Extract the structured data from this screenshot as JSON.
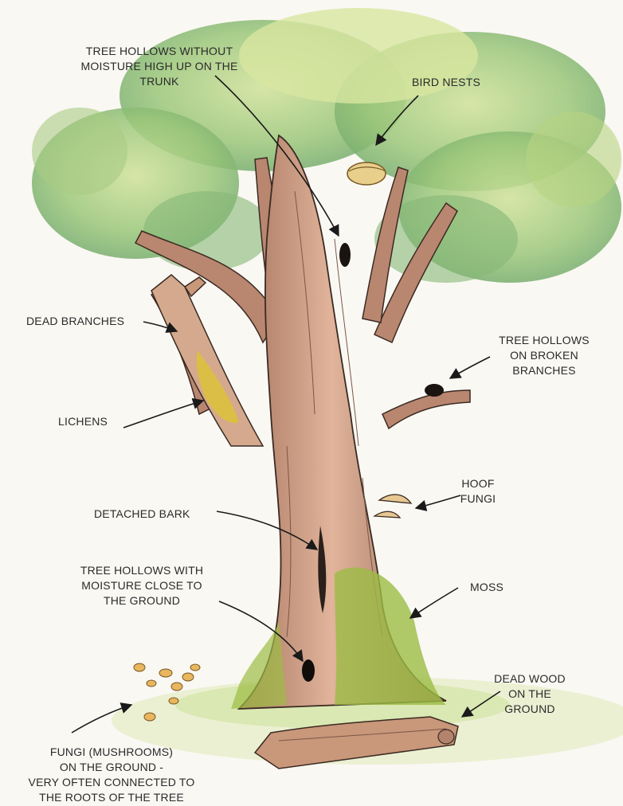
{
  "annotations": {
    "tree_hollows_high": "TREE HOLLOWS WITHOUT\nMOISTURE HIGH UP ON THE\nTRUNK",
    "bird_nests": "BIRD NESTS",
    "dead_branches": "DEAD BRANCHES",
    "tree_hollows_broken": "TREE HOLLOWS\nON BROKEN\nBRANCHES",
    "lichens": "LICHENS",
    "hoof_fungi": "HOOF\nFUNGI",
    "detached_bark": "DETACHED BARK",
    "tree_hollows_low": "TREE HOLLOWS WITH\nMOISTURE CLOSE TO\nTHE GROUND",
    "moss": "MOSS",
    "dead_wood": "DEAD WOOD\nON THE\nGROUND",
    "fungi_ground": "FUNGI (MUSHROOMS)\nON THE GROUND -\nVERY OFTEN CONNECTED TO\nTHE ROOTS OF THE TREE"
  },
  "colors": {
    "background": "#faf8f3",
    "foliage_light": "#b5d27a",
    "foliage_dark": "#6fa86b",
    "trunk": "#c9977a",
    "trunk_shadow": "#8e6551",
    "lichen": "#dcc238",
    "moss": "#9cbc45",
    "mushroom": "#e8b65e",
    "arrow": "#1a1a1a",
    "text": "#2a2a2a"
  }
}
